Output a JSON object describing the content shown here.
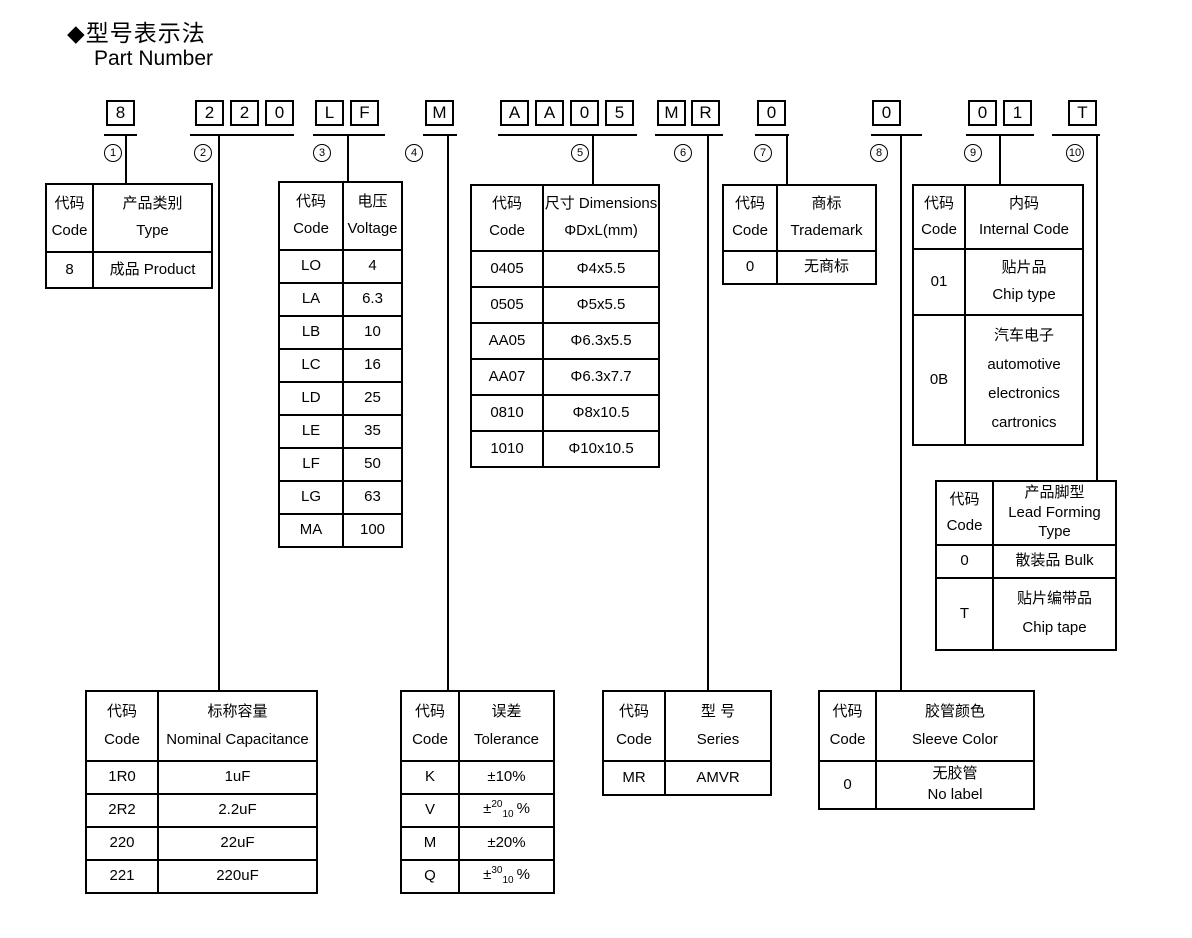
{
  "title": {
    "zh": "◆型号表示法",
    "en": "Part Number"
  },
  "colors": {
    "background": "#ffffff",
    "line": "#000000",
    "text": "#000000"
  },
  "part_number": {
    "segments": [
      {
        "marker": "1",
        "chars": [
          "8"
        ]
      },
      {
        "marker": "2",
        "chars": [
          "2",
          "2",
          "0"
        ]
      },
      {
        "marker": "3",
        "chars": [
          "L",
          "F"
        ]
      },
      {
        "marker": "4",
        "chars": [
          "M"
        ]
      },
      {
        "marker": "5",
        "chars": [
          "A",
          "A",
          "0",
          "5"
        ]
      },
      {
        "marker": "6",
        "chars": [
          "M",
          "R"
        ]
      },
      {
        "marker": "7",
        "chars": [
          "0"
        ]
      },
      {
        "marker": "8",
        "chars": [
          "0"
        ]
      },
      {
        "marker": "9",
        "chars": [
          "0",
          "1"
        ]
      },
      {
        "marker": "10",
        "chars": [
          "T"
        ]
      }
    ]
  },
  "tables": {
    "type": {
      "headers": {
        "col1": [
          "代码",
          "Code"
        ],
        "col2": [
          "产品类别",
          "Type"
        ]
      },
      "rows": [
        [
          "8",
          "成品 Product"
        ]
      ]
    },
    "capacitance": {
      "headers": {
        "col1": [
          "代码",
          "Code"
        ],
        "col2": [
          "标称容量",
          "Nominal Capacitance"
        ]
      },
      "rows": [
        [
          "1R0",
          "1uF"
        ],
        [
          "2R2",
          "2.2uF"
        ],
        [
          "220",
          "22uF"
        ],
        [
          "221",
          "220uF"
        ]
      ]
    },
    "voltage": {
      "headers": {
        "col1": [
          "代码",
          "Code"
        ],
        "col2": [
          "电压",
          "Voltage"
        ]
      },
      "rows": [
        [
          "LO",
          "4"
        ],
        [
          "LA",
          "6.3"
        ],
        [
          "LB",
          "10"
        ],
        [
          "LC",
          "16"
        ],
        [
          "LD",
          "25"
        ],
        [
          "LE",
          "35"
        ],
        [
          "LF",
          "50"
        ],
        [
          "LG",
          "63"
        ],
        [
          "MA",
          "100"
        ]
      ]
    },
    "tolerance": {
      "headers": {
        "col1": [
          "代码",
          "Code"
        ],
        "col2": [
          "误差",
          "Tolerance"
        ]
      },
      "rows": [
        {
          "code": "K",
          "value": "±10%"
        },
        {
          "code": "V",
          "pm": "±",
          "sup": "20",
          "sub": "10",
          "pct": "%"
        },
        {
          "code": "M",
          "value": "±20%"
        },
        {
          "code": "Q",
          "pm": "±",
          "sup": "30",
          "sub": "10",
          "pct": "%"
        }
      ]
    },
    "dimensions": {
      "headers": {
        "col1": [
          "代码",
          "Code"
        ],
        "col2": [
          "尺寸 Dimensions",
          "ΦDxL(mm)"
        ]
      },
      "rows": [
        [
          "0405",
          "Φ4x5.5"
        ],
        [
          "0505",
          "Φ5x5.5"
        ],
        [
          "AA05",
          "Φ6.3x5.5"
        ],
        [
          "AA07",
          "Φ6.3x7.7"
        ],
        [
          "0810",
          "Φ8x10.5"
        ],
        [
          "1010",
          "Φ10x10.5"
        ]
      ]
    },
    "series": {
      "headers": {
        "col1": [
          "代码",
          "Code"
        ],
        "col2": [
          "型 号",
          "Series"
        ]
      },
      "rows": [
        [
          "MR",
          "AMVR"
        ]
      ]
    },
    "trademark": {
      "headers": {
        "col1": [
          "代码",
          "Code"
        ],
        "col2": [
          "商标",
          "Trademark"
        ]
      },
      "rows": [
        [
          "0",
          "无商标"
        ]
      ]
    },
    "sleeve": {
      "headers": {
        "col1": [
          "代码",
          "Code"
        ],
        "col2": [
          "胶管颜色",
          "Sleeve Color"
        ]
      },
      "rows": [
        {
          "code": "0",
          "lines": [
            "无胶管",
            "No label"
          ]
        }
      ]
    },
    "internal_code": {
      "headers": {
        "col1": [
          "代码",
          "Code"
        ],
        "col2": [
          "内码",
          "Internal Code"
        ]
      },
      "rows": [
        {
          "code": "01",
          "lines": [
            "贴片品",
            "Chip type"
          ]
        },
        {
          "code": "0B",
          "lines": [
            "汽车电子",
            "automotive",
            "electronics",
            "cartronics"
          ]
        }
      ]
    },
    "lead_forming": {
      "headers": {
        "col1": [
          "代码",
          "Code"
        ],
        "col2": [
          "产品脚型",
          "Lead Forming",
          "Type"
        ]
      },
      "rows": [
        {
          "code": "0",
          "lines": [
            "散装品 Bulk"
          ]
        },
        {
          "code": "T",
          "lines": [
            "贴片编带品",
            "Chip tape"
          ]
        }
      ]
    }
  }
}
